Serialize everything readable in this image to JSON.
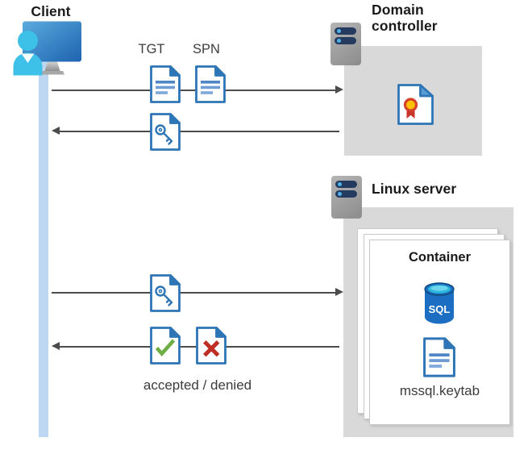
{
  "client": {
    "label": "Client"
  },
  "domain_controller": {
    "title": "Domain controller"
  },
  "linux_server": {
    "title": "Linux server"
  },
  "container": {
    "title": "Container",
    "sql_label": "SQL",
    "keytab_label": "mssql.keytab"
  },
  "flows": {
    "tgt_label": "TGT",
    "spn_label": "SPN",
    "result_label": "accepted / denied"
  },
  "icons": {
    "client": "monitor-user-icon",
    "servers": "rack-server-icon",
    "tgt_spn": "document-icon",
    "ticket": "key-document-icon",
    "accepted": "check-document-icon",
    "denied": "cross-document-icon",
    "domain_controller_content": "certificate-icon",
    "database": "sql-database-icon",
    "keytab": "document-icon"
  },
  "colors": {
    "doc_blue": "#2e75b6",
    "fold_light_blue": "#5b9bd5",
    "check_green": "#6fad45",
    "cross_red": "#be2e24",
    "rosette_gold": "#ffc000",
    "rosette_red": "#d6402b",
    "sql_body_blue": "#1b6ec2",
    "sql_top_cyan": "#2eb8dc",
    "lifeline_blue": "#bdd7f2",
    "box_gray": "#d9d9d9",
    "arrow_gray": "#4c4c4c",
    "server_pill_navy": "#243a5e",
    "person_cyan": "#3ec1e8"
  }
}
